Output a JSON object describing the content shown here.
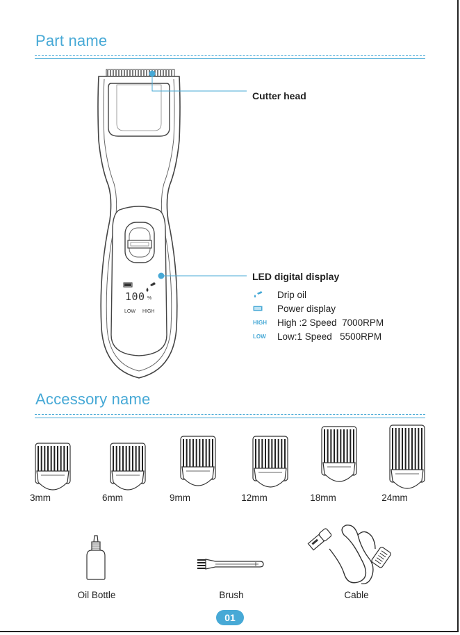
{
  "sections": {
    "part_name": "Part name",
    "accessory_name": "Accessory name"
  },
  "callouts": {
    "cutter_head": "Cutter head",
    "led_display": "LED digital display"
  },
  "display_screen": {
    "digits": "100",
    "percent": "%",
    "low": "LOW",
    "high": "HIGH"
  },
  "legend": [
    {
      "icon": "drip-oil-icon",
      "text": "Drip oil"
    },
    {
      "icon": "battery-icon",
      "text": "Power display"
    },
    {
      "icon_text": "HIGH",
      "text": "High :2 Speed  7000RPM"
    },
    {
      "icon_text": "LOW",
      "text": "Low:1 Speed   5500RPM"
    }
  ],
  "combs": [
    {
      "label": "3mm"
    },
    {
      "label": "6mm"
    },
    {
      "label": "9mm"
    },
    {
      "label": "12mm"
    },
    {
      "label": "18mm"
    },
    {
      "label": "24mm"
    }
  ],
  "items": {
    "oil_bottle": "Oil Bottle",
    "brush": "Brush",
    "cable": "Cable"
  },
  "page_number": "01",
  "colors": {
    "accent": "#47a9d6",
    "line": "#222222"
  }
}
